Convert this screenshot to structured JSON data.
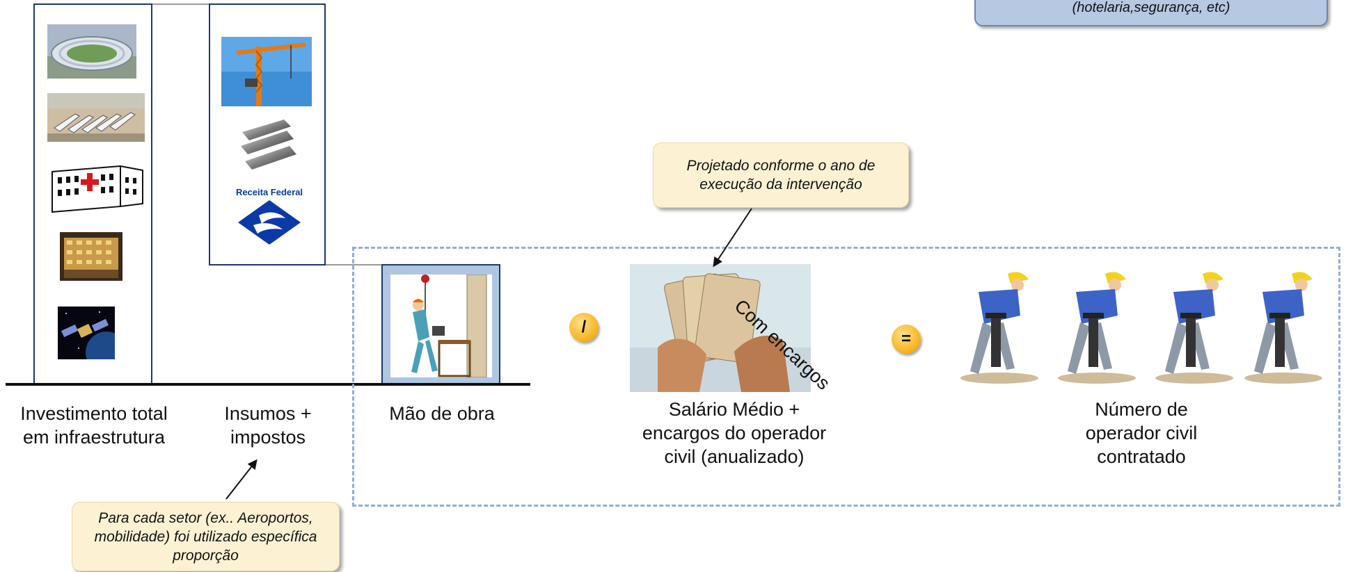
{
  "top_note": "(hotelaria,segurança, etc)",
  "columns": {
    "investimento": "Investimento total em infraestrutura",
    "insumos": "Insumos + impostos",
    "mao_de_obra": "Mão de obra"
  },
  "receita_logo_text": "Receita Federal",
  "callouts": {
    "projetado": "Projetado conforme o ano de execução da intervenção",
    "para_cada_setor": "Para cada setor (ex.. Aeroportos, mobilidade) foi utilizado específica proporção"
  },
  "operators": {
    "divide": "/",
    "equals": "="
  },
  "com_encargos": "Com encargos",
  "salario_label": "Salário Médio + encargos do operador civil (anualizado)",
  "numero_label": "Número de operador civil contratado",
  "icons": [
    "stadium-icon",
    "airport-icon",
    "hospital-icon",
    "hotel-icon",
    "satellite-icon",
    "crane-icon",
    "steel-bars-icon",
    "receita-federal-logo",
    "worker-lifting-icon",
    "money-hands-icon",
    "jackhammer-worker-icon"
  ],
  "colors": {
    "column_border": "#1f3864",
    "dashed_border": "#93aed0",
    "callout_fill": "#fdf1d4",
    "top_box_fill": "#b6c8e2",
    "operator_fill": "#f4b21a"
  }
}
